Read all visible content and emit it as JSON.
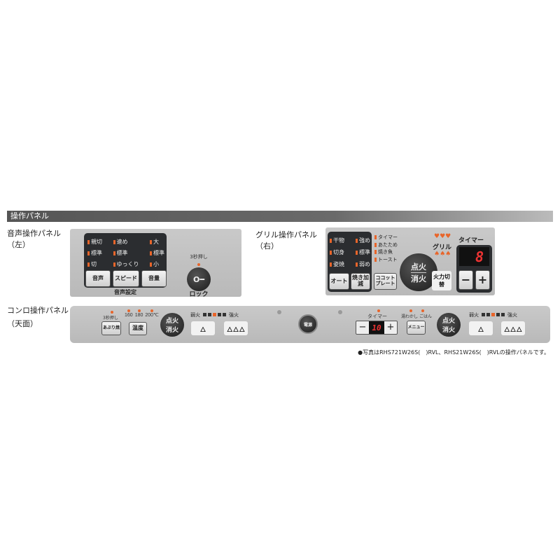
{
  "header": {
    "title": "操作パネル"
  },
  "voice_panel": {
    "label": "音声操作パネル",
    "side": "（左）",
    "columns": [
      [
        "親切",
        "標準",
        "切"
      ],
      [
        "速め",
        "標準",
        "ゆっくり"
      ],
      [
        "大",
        "標準",
        "小"
      ]
    ],
    "buttons": [
      "音声",
      "スピード",
      "音量"
    ],
    "group_label": "音声設定",
    "lock_hint": "3秒押し",
    "lock_label": "ロック"
  },
  "grill_panel": {
    "label": "グリル操作パネル",
    "side": "（右）",
    "left_items": [
      [
        "干物",
        "切身",
        "姿焼"
      ],
      [
        "強め",
        "標準",
        "弱め"
      ]
    ],
    "buttons": [
      "オート",
      "焼き加減",
      "ココットプレート"
    ],
    "modes": [
      "タイマー",
      "あたため",
      "焼き魚",
      "トースト"
    ],
    "ignite": [
      "点火",
      "消火"
    ],
    "grill_label": "グリル",
    "heat_button": "火力切替",
    "timer_label": "タイマー",
    "timer_value": "8",
    "minus": "−",
    "plus": "+"
  },
  "konro_panel": {
    "label": "コンロ操作パネル",
    "side": "（天面）",
    "hold_hint": "3秒押し",
    "temps": [
      "160",
      "180",
      "200℃"
    ],
    "aburi_button": "あぶり焼",
    "temp_button": "温度",
    "ignite": [
      "点火",
      "消火"
    ],
    "weak": "弱火",
    "strong": "強火",
    "heat_level": 3,
    "heat_steps": 5,
    "power_button": "電源",
    "timer_label": "タイマー",
    "timer_value": "10",
    "menu_labels": [
      "湯わかし",
      "ごはん"
    ],
    "menu_button": "メニュー",
    "minus": "−",
    "plus": "+"
  },
  "note": "●写真はRHS721W26S(　)RVL、RHS21W26S(　)RVLの操作パネルです。",
  "colors": {
    "indicator": "#e8652a",
    "panel": "#c2c2c2",
    "dark": "#2b2d30"
  }
}
